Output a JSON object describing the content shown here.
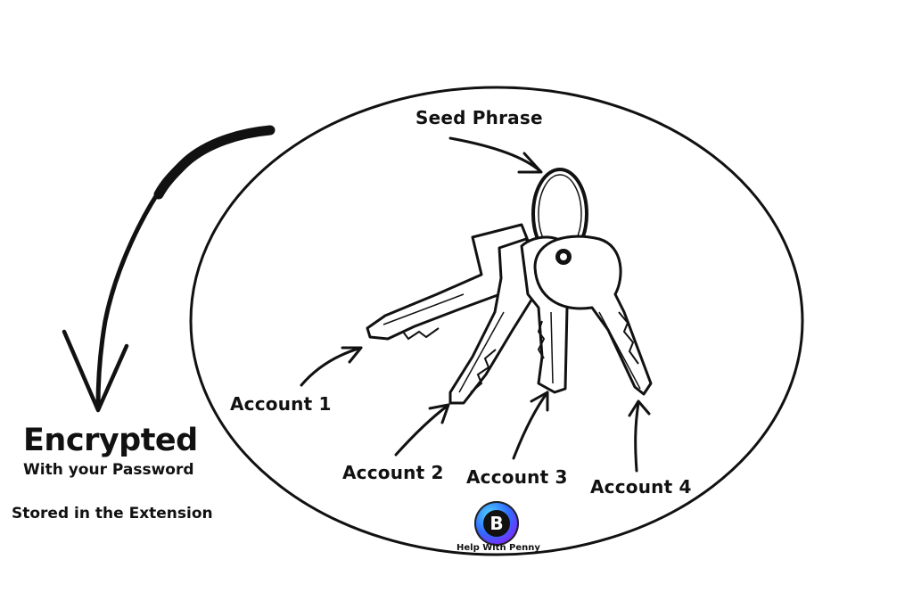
{
  "diagram": {
    "seed_label": "Seed Phrase",
    "accounts": [
      "Account 1",
      "Account 2",
      "Account 3",
      "Account 4"
    ],
    "encrypted_title": "Encrypted",
    "encrypted_subtitle": "With your Password",
    "storage_note": "Stored in the Extension"
  },
  "branding": {
    "logo_letter": "B",
    "caption": "Help With Penny",
    "logo_colors": [
      "#4fd1ff",
      "#2f6bff",
      "#7a2cff",
      "#c21dff"
    ]
  },
  "icons": [
    "keyring-icon",
    "key-icon",
    "arrow-icon",
    "curved-arrow-icon",
    "logo-icon"
  ]
}
